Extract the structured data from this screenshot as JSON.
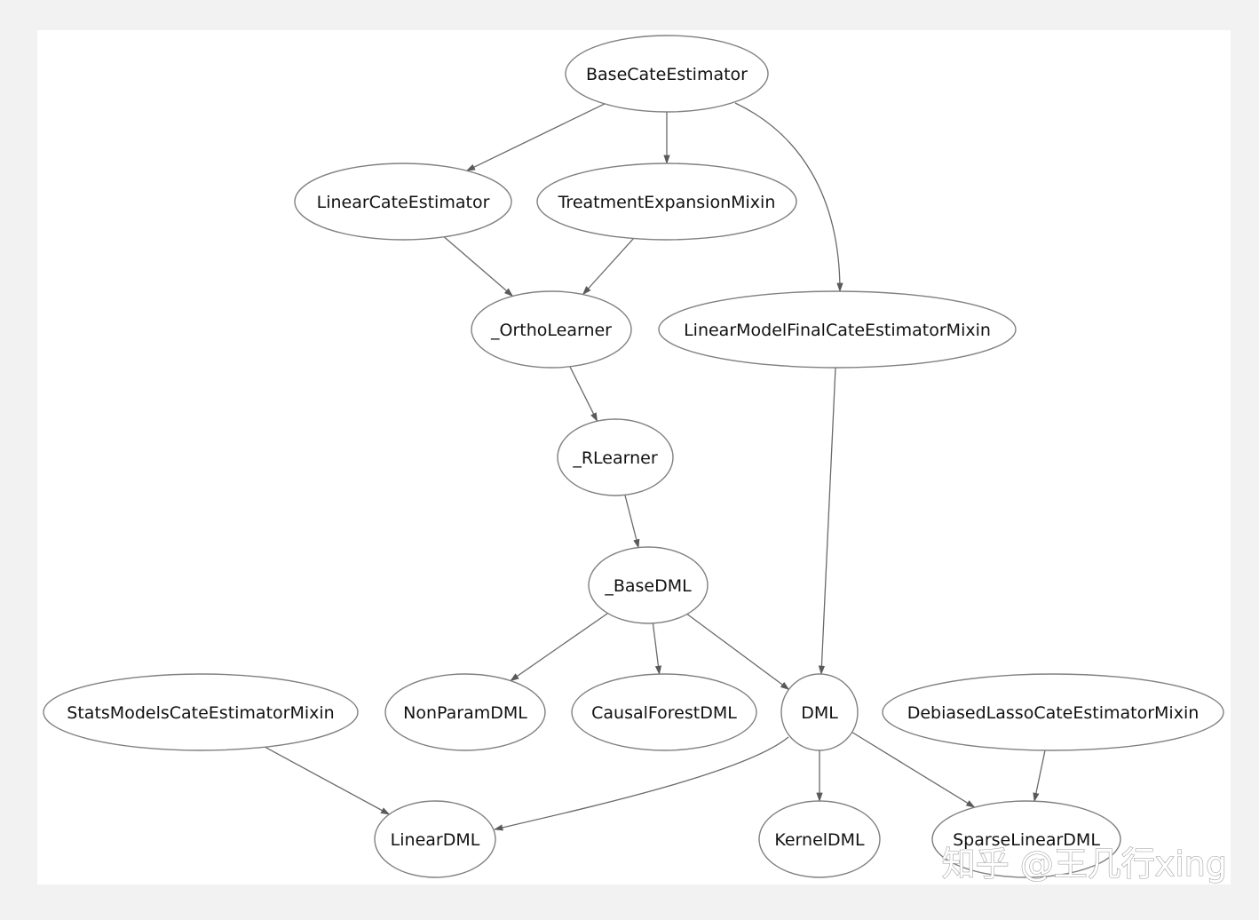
{
  "diagram": {
    "nodes": [
      {
        "id": "BaseCateEstimator",
        "label": "BaseCateEstimator"
      },
      {
        "id": "LinearCateEstimator",
        "label": "LinearCateEstimator"
      },
      {
        "id": "TreatmentExpansionMixin",
        "label": "TreatmentExpansionMixin"
      },
      {
        "id": "_OrthoLearner",
        "label": "_OrthoLearner"
      },
      {
        "id": "LinearModelFinalCateEstimatorMixin",
        "label": "LinearModelFinalCateEstimatorMixin"
      },
      {
        "id": "_RLearner",
        "label": "_RLearner"
      },
      {
        "id": "_BaseDML",
        "label": "_BaseDML"
      },
      {
        "id": "StatsModelsCateEstimatorMixin",
        "label": "StatsModelsCateEstimatorMixin"
      },
      {
        "id": "NonParamDML",
        "label": "NonParamDML"
      },
      {
        "id": "CausalForestDML",
        "label": "CausalForestDML"
      },
      {
        "id": "DML",
        "label": "DML"
      },
      {
        "id": "DebiasedLassoCateEstimatorMixin",
        "label": "DebiasedLassoCateEstimatorMixin"
      },
      {
        "id": "LinearDML",
        "label": "LinearDML"
      },
      {
        "id": "KernelDML",
        "label": "KernelDML"
      },
      {
        "id": "SparseLinearDML",
        "label": "SparseLinearDML"
      }
    ],
    "edges": [
      {
        "from": "BaseCateEstimator",
        "to": "LinearCateEstimator"
      },
      {
        "from": "BaseCateEstimator",
        "to": "TreatmentExpansionMixin"
      },
      {
        "from": "BaseCateEstimator",
        "to": "LinearModelFinalCateEstimatorMixin"
      },
      {
        "from": "LinearCateEstimator",
        "to": "_OrthoLearner"
      },
      {
        "from": "TreatmentExpansionMixin",
        "to": "_OrthoLearner"
      },
      {
        "from": "_OrthoLearner",
        "to": "_RLearner"
      },
      {
        "from": "_RLearner",
        "to": "_BaseDML"
      },
      {
        "from": "_BaseDML",
        "to": "NonParamDML"
      },
      {
        "from": "_BaseDML",
        "to": "CausalForestDML"
      },
      {
        "from": "_BaseDML",
        "to": "DML"
      },
      {
        "from": "LinearModelFinalCateEstimatorMixin",
        "to": "DML"
      },
      {
        "from": "StatsModelsCateEstimatorMixin",
        "to": "LinearDML"
      },
      {
        "from": "DML",
        "to": "LinearDML"
      },
      {
        "from": "DML",
        "to": "KernelDML"
      },
      {
        "from": "DML",
        "to": "SparseLinearDML"
      },
      {
        "from": "DebiasedLassoCateEstimatorMixin",
        "to": "SparseLinearDML"
      }
    ],
    "background_color": "#ffffff",
    "node_stroke_color": "#808080",
    "edge_color": "#6a6a6a"
  },
  "watermark": {
    "text": "知乎 @王几行xing"
  }
}
